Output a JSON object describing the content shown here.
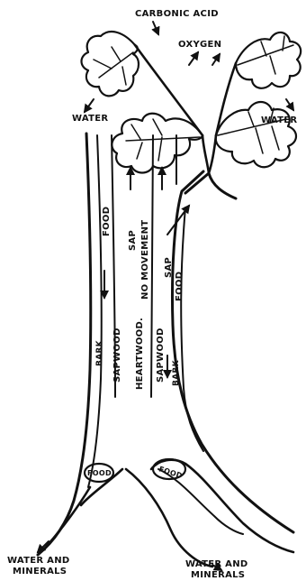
{
  "labels": {
    "carbonic_acid": "CARBONIC ACID",
    "oxygen": "OXYGEN",
    "water_left": "WATER",
    "water_right": "WATER",
    "food_left": "FOOD",
    "food_right": "FOOD",
    "sap_left": "SAP",
    "sap_right": "SAP",
    "no_movement": "NO MOVEMENT",
    "heartwood": "HEARTWOOD.",
    "sapwood_left": "SAPWOOD",
    "sapwood_right": "SAPWOOD",
    "bark_left": "BARK",
    "bark_right": "BARK",
    "food_root_left": "FOOD",
    "food_root_right": "FOOD",
    "water_minerals_left_1": "WATER AND",
    "water_minerals_left_2": "MINERALS",
    "water_minerals_right_1": "WATER AND",
    "water_minerals_right_2": "MINERALS"
  },
  "colors": {
    "ink": "#111111",
    "background": "#ffffff"
  }
}
